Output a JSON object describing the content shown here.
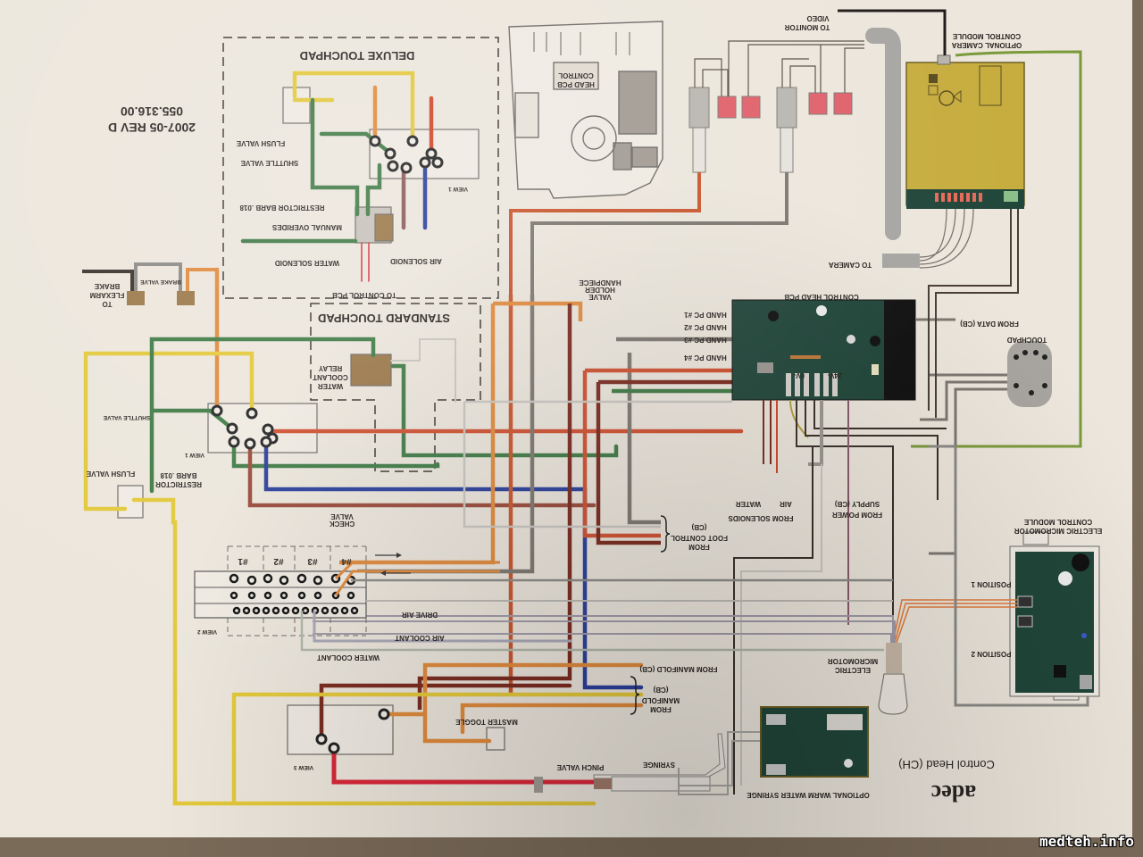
{
  "document": {
    "part_number": "055.316.00",
    "revision": "2007-05 REV D",
    "brand": "adec",
    "title": "Control Head (CH)",
    "orientation": "upside-down"
  },
  "sections": {
    "deluxe_touchpad": "DELUXE TOUCHPAD",
    "standard_touchpad": "STANDARD TOUCHPAD"
  },
  "labels": {
    "flush_valve": "FLUSH VALVE",
    "shuttle_valve": "SHUTTLE VALVE",
    "restrictor_barb_1": "RESTRICTOR BARB .018",
    "restrictor_barb_1a": "RESTRICTOR",
    "restrictor_barb_1b": "BARB .018",
    "manual_overides": "MANUAL OVERIDES",
    "water_solenoid": "WATER SOLENOID",
    "air_solenoid": "AIR SOLENOID",
    "to_control_pcb": "TO CONTROL PCB",
    "view_1": "VIEW 1",
    "view_2": "VIEW 2",
    "view_3": "VIEW 3",
    "control_head_pcb_box_1": "CONTROL",
    "control_head_pcb_box_2": "HEAD PCB",
    "electric_micromotor_module": "ELECTRIC MICROMOTOR CONTROL MODULE",
    "to_monitor": "TO MONITOR",
    "video": "VIDEO",
    "optional_camera_1": "OPTIONAL CAMERA",
    "optional_camera_2": "CONTROL MODULE",
    "to_camera": "TO CAMERA",
    "control_head_pcb": "CONTROL HEAD PCB",
    "hand_pc_1": "HAND PC #1",
    "hand_pc_2": "HAND PC #2",
    "hand_pc_3": "HAND PC #3",
    "hand_pc_4": "HAND PC #4",
    "zero_v": "0V-",
    "twentyfour_v": "24V-",
    "handpiece_holder_1": "HANDPIECE",
    "handpiece_holder_2": "HOLDER",
    "handpiece_holder_3": "VALVE",
    "from_data": "FROM DATA (CB)",
    "touchpad": "TOUCHPAD",
    "to_flexarm_1": "TO",
    "to_flexarm_2": "FLEXARM",
    "to_flexarm_3": "BRAKE",
    "brake_valve": "BRAKE VALVE",
    "water_coolant_relay_1": "WATER",
    "water_coolant_relay_2": "COOLANT",
    "water_coolant_relay_3": "RELAY",
    "check_valve_1": "CHECK",
    "check_valve_2": "VALVE",
    "from_foot_control_1": "FROM",
    "from_foot_control_2": "FOOT CONTROL",
    "from_foot_control_3": "(CB)",
    "from_solenoids": "FROM SOLENOIDS",
    "water": "WATER",
    "air": "AIR",
    "from_power_1": "FROM POWER",
    "from_power_2": "SUPPLY (CB)",
    "micromotor_module_1": "ELECTRIC MICROMOTOR",
    "micromotor_module_2": "CONTROL MODULE",
    "position_1": "POSITION 1",
    "position_2": "POSITION 2",
    "electric_micromotor_1": "ELECTRIC",
    "electric_micromotor_2": "MICROMOTOR",
    "manifold_1": "#1",
    "manifold_2": "#2",
    "manifold_3": "#3",
    "manifold_4": "#4",
    "drive_air": "DRIVE AIR",
    "air_coolant": "AIR COOLANT",
    "water_coolant": "WATER COOLANT",
    "from_manifold_cb": "FROM MANIFOLD (CB)",
    "from_manifold_1": "FROM",
    "from_manifold_2": "MANIFOLD",
    "from_manifold_3": "(CB)",
    "master_toggle": "MASTER TOGGLE",
    "pinch_valve": "PINCH VALVE",
    "syringe": "SYRINGE",
    "optional_warm_water": "OPTIONAL WARM WATER SYRINGE"
  },
  "colors": {
    "paper": "#ece6dc",
    "yellow_tube": "#e3c83a",
    "orange_tube": "#e08a3c",
    "red_tube": "#d8283a",
    "green_tube": "#3f7a45",
    "blue_tube": "#2a3f9a",
    "gray_tube": "#8c8a86",
    "dark_red_tube": "#7a2a1e",
    "pcb_green": "#21463a",
    "camera_module": "#c7ad3f",
    "brass": "#9b7748"
  },
  "watermark": "medteh.info"
}
